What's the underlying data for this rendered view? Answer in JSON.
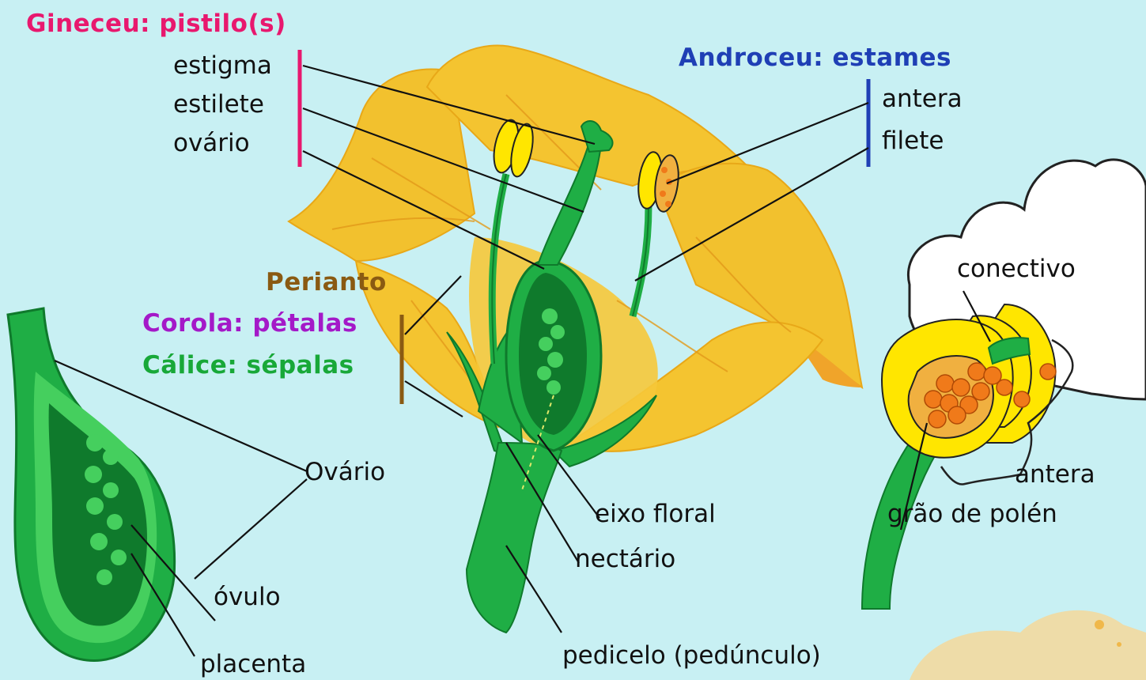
{
  "colors": {
    "background": "#c8f0f3",
    "gineceu": "#e8186e",
    "androceu": "#1f3fb5",
    "perianto": "#8a5a12",
    "corola": "#a419c8",
    "calice": "#18a838",
    "petal": "#f2c12e",
    "green_dark": "#0f7a2c",
    "green": "#1fae45",
    "green_light": "#45cf5e",
    "anther_yellow": "#ffe600",
    "pollen": "#f07a1a"
  },
  "headings": {
    "gineceu": "Gineceu: pistilo(s)",
    "androceu": "Androceu: estames",
    "perianto": "Perianto",
    "corola": "Corola: pétalas",
    "calice": "Cálice: sépalas"
  },
  "labels": {
    "estigma": "estigma",
    "estilete": "estilete",
    "ovario": "ovário",
    "antera": "antera",
    "filete": "filete",
    "conectivo": "conectivo",
    "antera_detail": "antera",
    "grao_de_polen": "grão de polén",
    "ovario_detail": "Ovário",
    "ovulo": "óvulo",
    "placenta": "placenta",
    "eixo_floral": "eixo floral",
    "nectario": "nectário",
    "pedicelo": "pedicelo (pedúnculo)"
  }
}
